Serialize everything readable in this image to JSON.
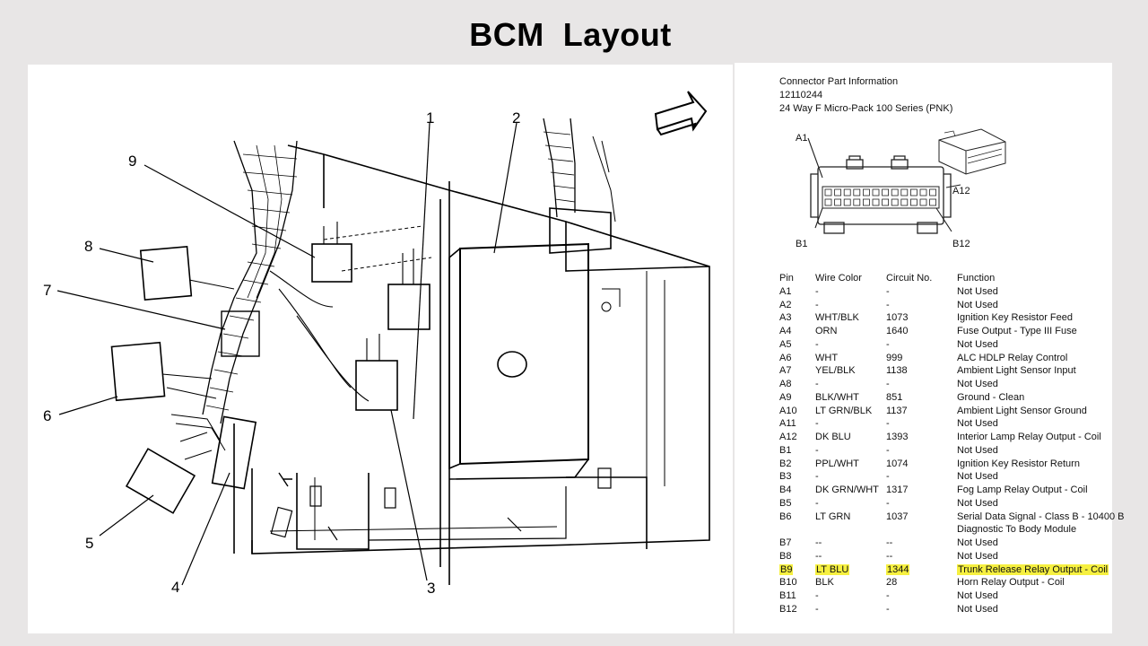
{
  "title": "BCM  Layout",
  "diagram": {
    "callouts": [
      "1",
      "2",
      "3",
      "4",
      "5",
      "6",
      "7",
      "8",
      "9"
    ]
  },
  "connector_info": {
    "heading": "Connector Part Information",
    "part_number": "12110244",
    "description": "24 Way F Micro-Pack 100 Series (PNK)",
    "labels": {
      "a1": "A1",
      "a12": "A12",
      "b1": "B1",
      "b12": "B12"
    }
  },
  "pin_table": {
    "headers": [
      "Pin",
      "Wire Color",
      "Circuit No.",
      "Function"
    ],
    "rows": [
      {
        "pin": "A1",
        "wire": "-",
        "circuit": "-",
        "function": "Not Used"
      },
      {
        "pin": "A2",
        "wire": "-",
        "circuit": "-",
        "function": "Not Used"
      },
      {
        "pin": "A3",
        "wire": "WHT/BLK",
        "circuit": "1073",
        "function": "Ignition Key Resistor Feed"
      },
      {
        "pin": "A4",
        "wire": "ORN",
        "circuit": "1640",
        "function": "Fuse Output - Type III Fuse"
      },
      {
        "pin": "A5",
        "wire": "-",
        "circuit": "-",
        "function": "Not Used"
      },
      {
        "pin": "A6",
        "wire": "WHT",
        "circuit": "999",
        "function": "ALC HDLP Relay Control"
      },
      {
        "pin": "A7",
        "wire": "YEL/BLK",
        "circuit": "1138",
        "function": "Ambient Light Sensor Input"
      },
      {
        "pin": "A8",
        "wire": "-",
        "circuit": "-",
        "function": "Not Used"
      },
      {
        "pin": "A9",
        "wire": "BLK/WHT",
        "circuit": "851",
        "function": "Ground - Clean"
      },
      {
        "pin": "A10",
        "wire": "LT GRN/BLK",
        "circuit": "1137",
        "function": "Ambient Light Sensor Ground"
      },
      {
        "pin": "A11",
        "wire": "-",
        "circuit": "-",
        "function": "Not Used"
      },
      {
        "pin": "A12",
        "wire": "DK BLU",
        "circuit": "1393",
        "function": "Interior Lamp Relay Output - Coil"
      },
      {
        "pin": "B1",
        "wire": "-",
        "circuit": "-",
        "function": "Not Used"
      },
      {
        "pin": "B2",
        "wire": "PPL/WHT",
        "circuit": "1074",
        "function": "Ignition Key Resistor Return"
      },
      {
        "pin": "B3",
        "wire": "-",
        "circuit": "-",
        "function": "Not Used"
      },
      {
        "pin": "B4",
        "wire": "DK GRN/WHT",
        "circuit": "1317",
        "function": "Fog Lamp Relay Output - Coil"
      },
      {
        "pin": "B5",
        "wire": "-",
        "circuit": "-",
        "function": "Not Used"
      },
      {
        "pin": "B6",
        "wire": "LT GRN",
        "circuit": "1037",
        "function": "Serial Data Signal - Class B - 10400 B"
      },
      {
        "pin": "",
        "wire": "",
        "circuit": "",
        "function": "Diagnostic To Body Module"
      },
      {
        "pin": "B7",
        "wire": "--",
        "circuit": "--",
        "function": "Not Used"
      },
      {
        "pin": "B8",
        "wire": "--",
        "circuit": "--",
        "function": "Not Used"
      },
      {
        "pin": "B9",
        "wire": "LT BLU",
        "circuit": "1344",
        "function": "Trunk Release Relay Output - Coil",
        "highlighted": true
      },
      {
        "pin": "B10",
        "wire": "BLK",
        "circuit": "28",
        "function": "Horn Relay Output - Coil"
      },
      {
        "pin": "B11",
        "wire": "-",
        "circuit": "-",
        "function": "Not Used"
      },
      {
        "pin": "B12",
        "wire": "-",
        "circuit": "-",
        "function": "Not Used"
      }
    ]
  },
  "colors": {
    "highlight": "#f6f040",
    "background": "#e8e6e6"
  }
}
